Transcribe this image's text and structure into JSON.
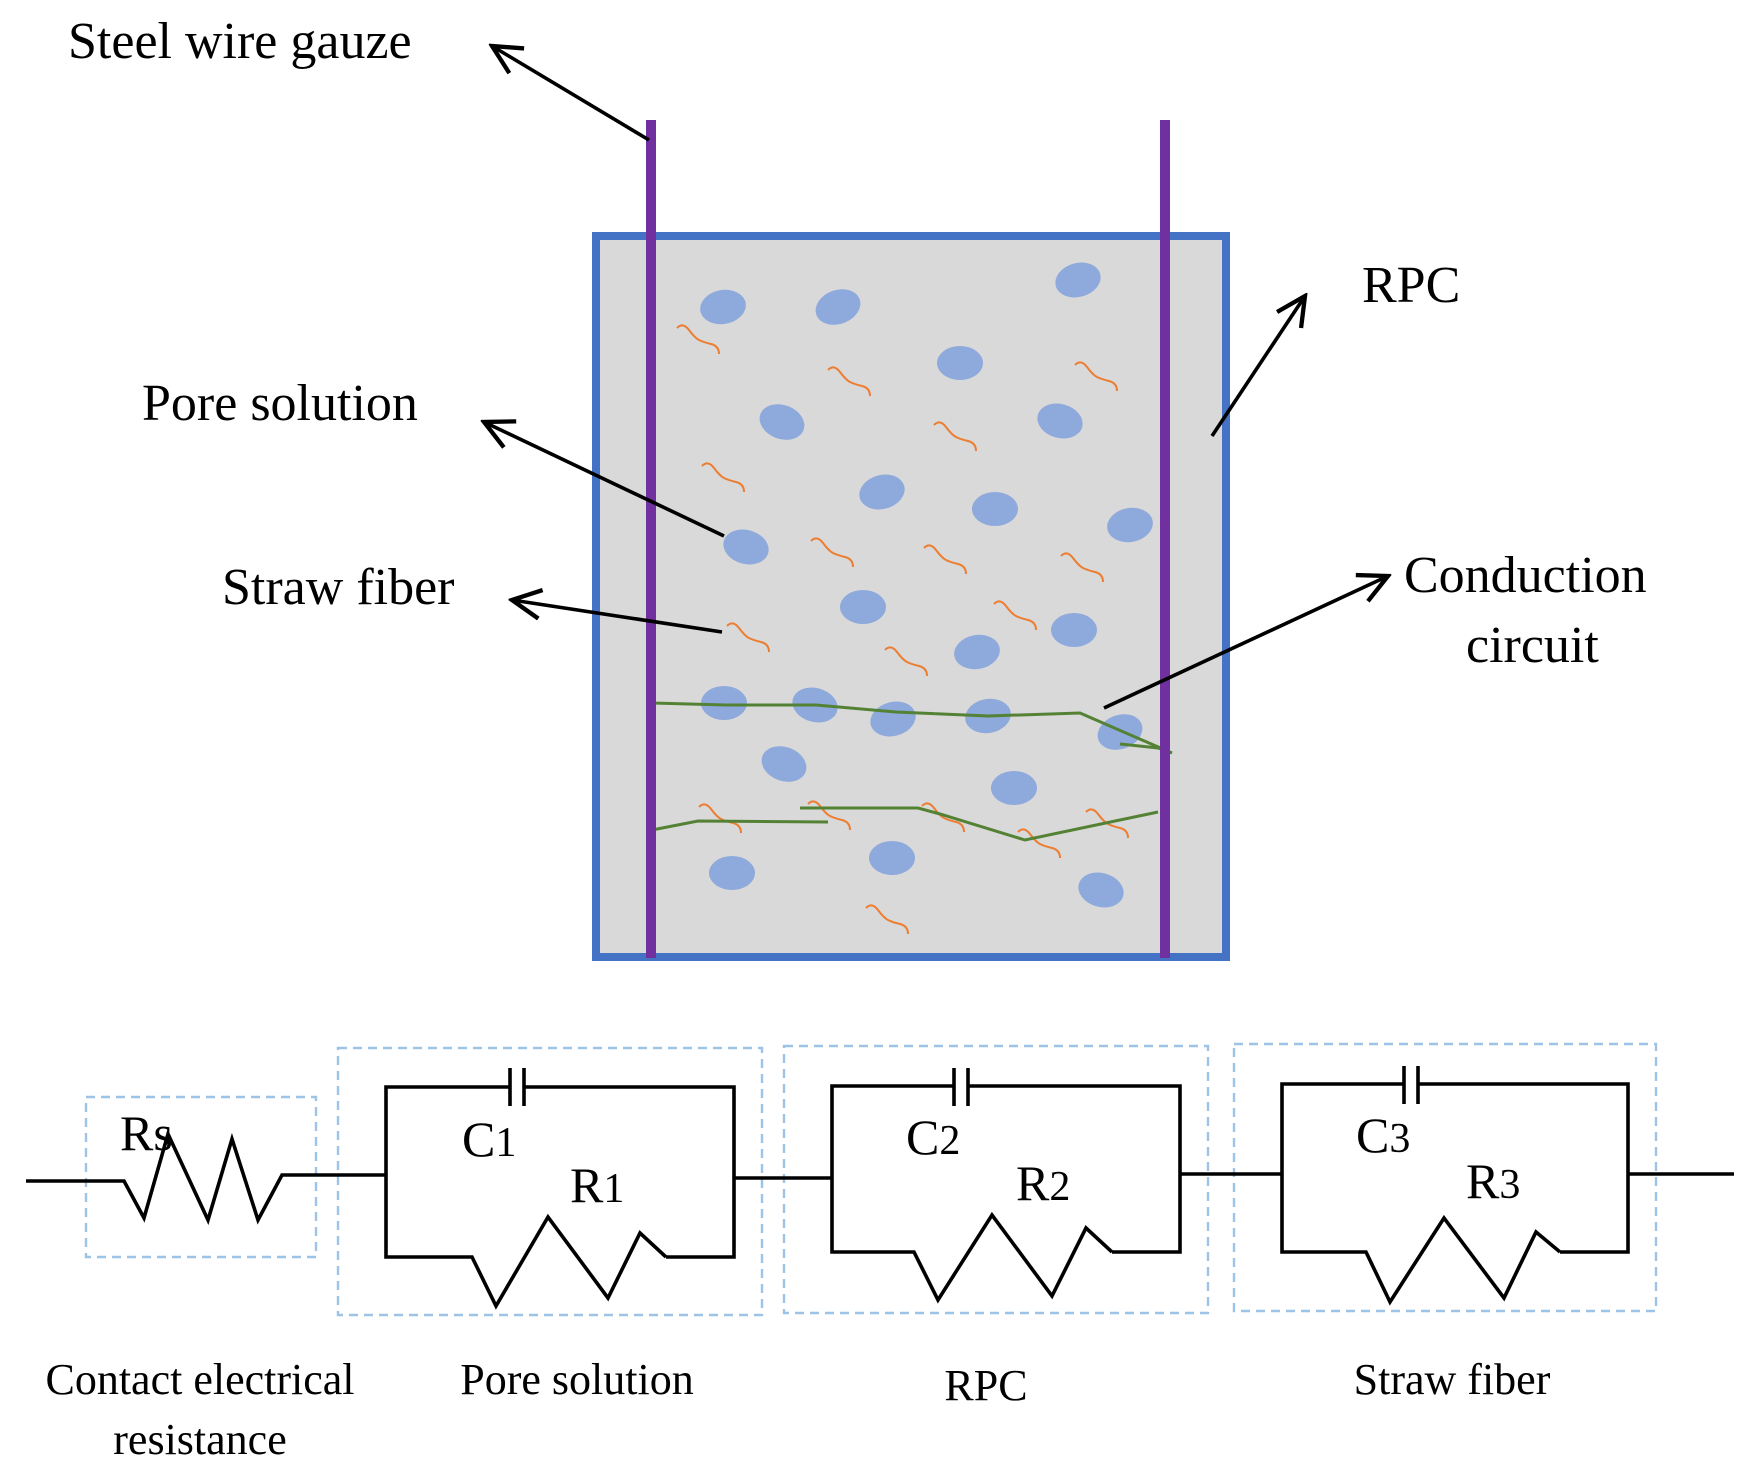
{
  "schematic": {
    "labels": {
      "steel_wire_gauze": "Steel wire gauze",
      "rpc": "RPC",
      "pore_solution": "Pore solution",
      "straw_fiber": "Straw fiber",
      "conduction_circuit_line1": "Conduction",
      "conduction_circuit_line2": "circuit"
    },
    "colors": {
      "container_border": "#4472C4",
      "container_fill": "#D9D9D9",
      "electrode": "#7030A0",
      "pore": "#8EA9DB",
      "fiber": "#ED7D31",
      "conduction_path": "#548235"
    }
  },
  "circuit": {
    "components": {
      "rs": {
        "label": "Rs"
      },
      "c1": {
        "label": "C",
        "sub": "1"
      },
      "r1": {
        "label": "R",
        "sub": "1"
      },
      "c2": {
        "label": "C",
        "sub": "2"
      },
      "r2": {
        "label": "R",
        "sub": "2"
      },
      "c3": {
        "label": "C",
        "sub": "3"
      },
      "r3": {
        "label": "R",
        "sub": "3"
      }
    },
    "captions": {
      "contact_line1": "Contact electrical",
      "contact_line2": "resistance",
      "pore_solution": "Pore solution",
      "rpc": "RPC",
      "straw_fiber": "Straw fiber"
    },
    "colors": {
      "wire": "#000000",
      "group_box": "#9DC3E6"
    }
  }
}
